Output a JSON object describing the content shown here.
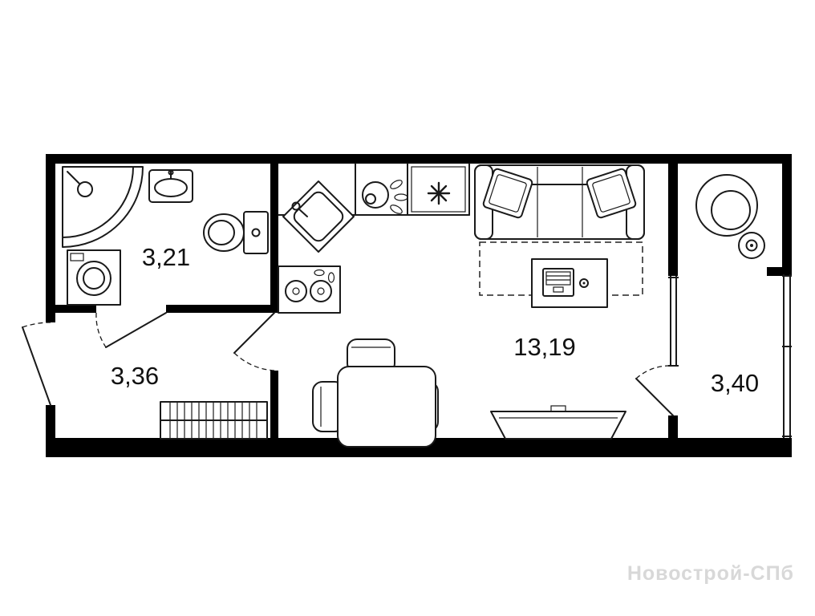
{
  "floorplan": {
    "background": "#ffffff",
    "wall_color": "#000000",
    "line_color": "#1a1a1a",
    "rooms": {
      "bathroom": {
        "label": "3,21"
      },
      "hallway": {
        "label": "3,36"
      },
      "living_kitchen": {
        "label": "13,19"
      },
      "balcony": {
        "label": "3,40"
      }
    },
    "fixtures": [
      "corner-shower",
      "bathroom-sink",
      "toilet",
      "washing-machine",
      "kitchen-sink",
      "cooktop",
      "refrigerator-snowflake",
      "counter",
      "dining-table",
      "chair",
      "sofa",
      "pillow",
      "desk",
      "laptop",
      "mouse",
      "tv-stand",
      "wardrobe",
      "round-armchair",
      "side-table",
      "entrance-door",
      "bathroom-door",
      "room-door",
      "balcony-door",
      "window"
    ],
    "watermark": "Новострой-СПб"
  }
}
